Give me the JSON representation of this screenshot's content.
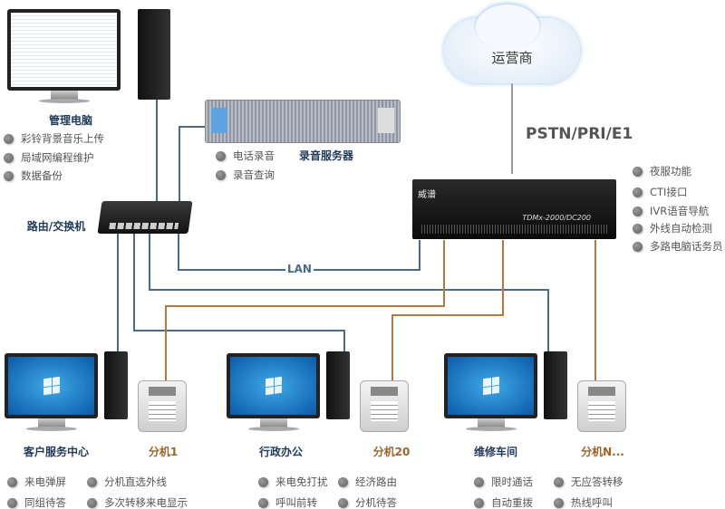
{
  "management_pc": {
    "label": "管理电脑",
    "features": [
      "彩铃背景音乐上传",
      "局域网编程维护",
      "数据备份"
    ]
  },
  "recording_server": {
    "label": "录音服务器",
    "features": [
      "电话录音",
      "录音查询"
    ]
  },
  "switch": {
    "label": "路由/交换机"
  },
  "cloud": {
    "label": "运营商"
  },
  "trunk": {
    "label": "PSTN/PRI/E1"
  },
  "pbx": {
    "brand": "威谱",
    "model": "TDMx-2000/DC200",
    "features": [
      "夜服功能",
      "CTI接口",
      "IVR语音导航",
      "外线自动检测",
      "多路电脑话务员"
    ]
  },
  "lan": {
    "label": "LAN"
  },
  "groups": [
    {
      "dept": "客户服务中心",
      "ext": "分机1",
      "features": [
        "来电弹屏",
        "分机直选外线",
        "同组待答",
        "多次转移来电显示"
      ]
    },
    {
      "dept": "行政办公",
      "ext": "分机20",
      "features": [
        "来电免打扰",
        "经济路由",
        "呼叫前转",
        "分机待答"
      ]
    },
    {
      "dept": "维修车间",
      "ext": "分机N...",
      "features": [
        "限时通话",
        "无应答转移",
        "自动重拨",
        "热线呼叫"
      ]
    }
  ],
  "colors": {
    "lan_line": "#4a6a8a",
    "phone_line": "#b07a40",
    "label": "#1f3a5a",
    "ext_label": "#a0622a"
  }
}
